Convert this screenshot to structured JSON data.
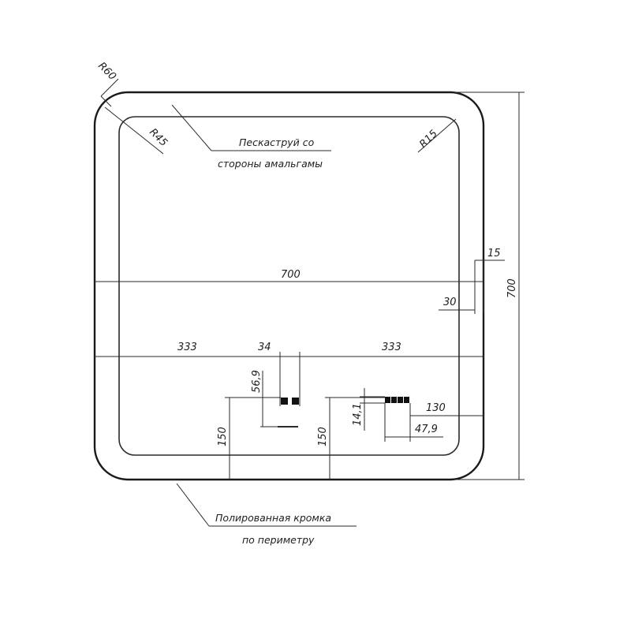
{
  "labels": {
    "r60": "R60",
    "r45": "R45",
    "r15": "R15",
    "width": "700",
    "height": "700",
    "edge_15": "15",
    "edge_30": "30",
    "left_333": "333",
    "gap_34": "34",
    "right_333": "333",
    "h_56_9": "56,9",
    "h_150_left": "150",
    "h_150_right": "150",
    "h_14_1": "14,1",
    "w_130": "130",
    "w_47_9": "47,9"
  },
  "notes": {
    "sandblast_line1": "Пескаструй со",
    "sandblast_line2": "стороны амальгамы",
    "polished_line1": "Полированная кромка",
    "polished_line2": "по периметру"
  }
}
